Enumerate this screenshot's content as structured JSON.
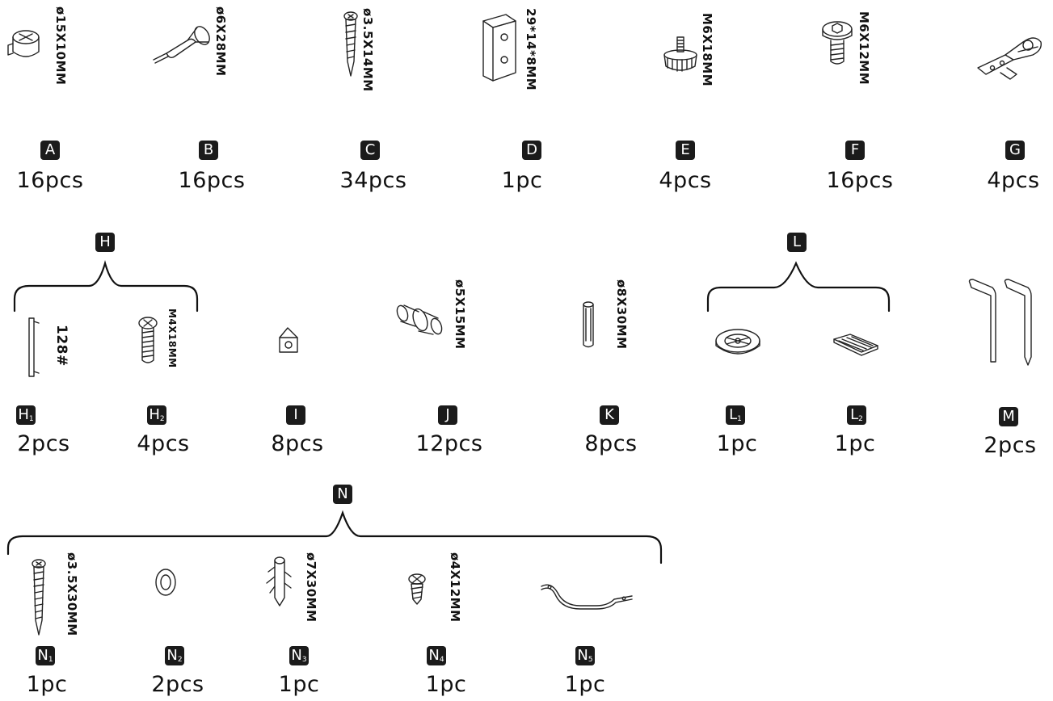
{
  "parts": {
    "A": {
      "letter": "A",
      "sub": "",
      "spec": "ø15X10MM",
      "qty": "16pcs",
      "icon": "cam-lock-icon"
    },
    "B": {
      "letter": "B",
      "sub": "",
      "spec": "ø6X28MM",
      "qty": "16pcs",
      "icon": "cam-bolt-icon"
    },
    "C": {
      "letter": "C",
      "sub": "",
      "spec": "ø3.5X14MM",
      "qty": "34pcs",
      "icon": "wood-screw-icon"
    },
    "D": {
      "letter": "D",
      "sub": "",
      "spec": "29*14*8MM",
      "qty": "1pc",
      "icon": "angle-bracket-icon"
    },
    "E": {
      "letter": "E",
      "sub": "",
      "spec": "M6X18MM",
      "qty": "4pcs",
      "icon": "leveling-foot-icon"
    },
    "F": {
      "letter": "F",
      "sub": "",
      "spec": "M6X12MM",
      "qty": "16pcs",
      "icon": "hex-bolt-icon"
    },
    "G": {
      "letter": "G",
      "sub": "",
      "spec": "",
      "qty": "4pcs",
      "icon": "hinge-icon"
    },
    "H": {
      "letter": "H"
    },
    "H1": {
      "letter": "H",
      "sub": "1",
      "spec": "128#",
      "qty": "2pcs",
      "icon": "handle-icon"
    },
    "H2": {
      "letter": "H",
      "sub": "2",
      "spec": "M4X18MM",
      "qty": "4pcs",
      "icon": "machine-screw-icon"
    },
    "I": {
      "letter": "I",
      "sub": "",
      "spec": "",
      "qty": "8pcs",
      "icon": "corner-cap-icon"
    },
    "J": {
      "letter": "J",
      "sub": "",
      "spec": "ø5X15MM",
      "qty": "12pcs",
      "icon": "shelf-pin-icon"
    },
    "K": {
      "letter": "K",
      "sub": "",
      "spec": "ø8X30MM",
      "qty": "8pcs",
      "icon": "dowel-icon"
    },
    "L": {
      "letter": "L"
    },
    "L1": {
      "letter": "L",
      "sub": "1",
      "spec": "",
      "qty": "1pc",
      "icon": "cable-grommet-icon"
    },
    "L2": {
      "letter": "L",
      "sub": "2",
      "spec": "",
      "qty": "1pc",
      "icon": "vent-plate-icon"
    },
    "M": {
      "letter": "M",
      "sub": "",
      "spec": "",
      "qty": "2pcs",
      "icon": "allen-key-icon"
    },
    "N": {
      "letter": "N"
    },
    "N1": {
      "letter": "N",
      "sub": "1",
      "spec": "ø3.5X30MM",
      "qty": "1pc",
      "icon": "wood-screw-icon"
    },
    "N2": {
      "letter": "N",
      "sub": "2",
      "spec": "",
      "qty": "2pcs",
      "icon": "washer-icon"
    },
    "N3": {
      "letter": "N",
      "sub": "3",
      "spec": "ø7X30MM",
      "qty": "1pc",
      "icon": "wall-anchor-icon"
    },
    "N4": {
      "letter": "N",
      "sub": "4",
      "spec": "ø4X12MM",
      "qty": "1pc",
      "icon": "short-screw-icon"
    },
    "N5": {
      "letter": "N",
      "sub": "5",
      "spec": "",
      "qty": "1pc",
      "icon": "anti-tip-strap-icon"
    }
  },
  "colors": {
    "badge": "#1b1b1b",
    "line": "#111111",
    "background": "#ffffff"
  }
}
